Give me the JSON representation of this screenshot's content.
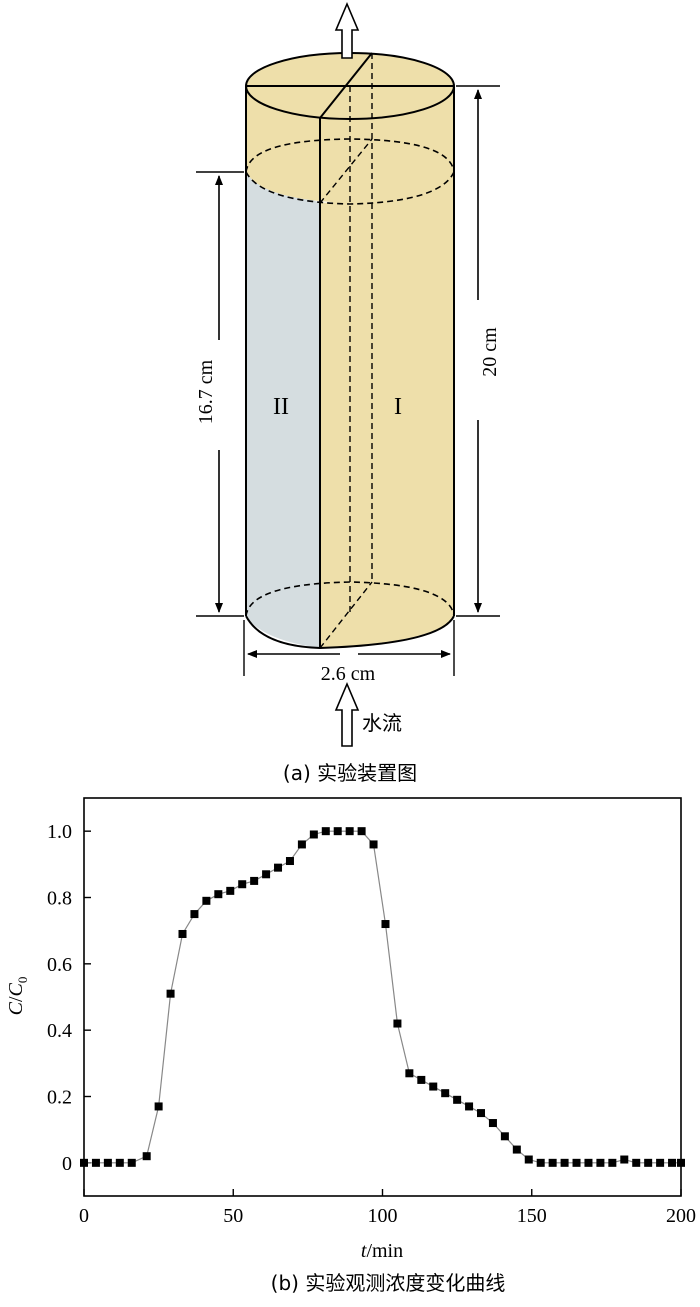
{
  "figure_a": {
    "caption": "(a) 实验装置图",
    "dim_height_total": "20 cm",
    "dim_height_inner": "16.7 cm",
    "dim_diameter": "2.6 cm",
    "zone_left": "II",
    "zone_right": "I",
    "flow_label": "水流",
    "colors": {
      "zone_I": "#EEDFAA",
      "zone_II": "#D5DDE0",
      "outline": "#000000"
    }
  },
  "figure_b": {
    "caption": "(b) 实验观测浓度变化曲线"
  },
  "chart_data": {
    "type": "line",
    "xlabel": "t/min",
    "ylabel": "C/C0",
    "xlim": [
      0,
      200
    ],
    "ylim": [
      -0.1,
      1.1
    ],
    "xticks": [
      0,
      50,
      100,
      150,
      200
    ],
    "yticks": [
      0,
      0.2,
      0.4,
      0.6,
      0.8,
      1.0
    ],
    "xtick_labels": [
      "0",
      "50",
      "100",
      "150",
      "200"
    ],
    "ytick_labels": [
      "0",
      "0.2",
      "0.4",
      "0.6",
      "0.8",
      "1.0"
    ],
    "grid": false,
    "marker": "square",
    "line_color": "#888888",
    "marker_color": "#000000",
    "series": [
      {
        "x": [
          0,
          4,
          8,
          12,
          16,
          21,
          25,
          29,
          33,
          37,
          41,
          45,
          49,
          53,
          57,
          61,
          65,
          69,
          73,
          77,
          81,
          85,
          89,
          93,
          97,
          101,
          105,
          109,
          113,
          117,
          121,
          125,
          129,
          133,
          137,
          141,
          145,
          149,
          153,
          157,
          161,
          165,
          169,
          173,
          177,
          181,
          185,
          189,
          193,
          197,
          200
        ],
        "y": [
          0.0,
          0.0,
          0.0,
          0.0,
          0.0,
          0.02,
          0.17,
          0.51,
          0.69,
          0.75,
          0.79,
          0.81,
          0.82,
          0.84,
          0.85,
          0.87,
          0.89,
          0.91,
          0.96,
          0.99,
          1.0,
          1.0,
          1.0,
          1.0,
          0.96,
          0.72,
          0.42,
          0.27,
          0.25,
          0.23,
          0.21,
          0.19,
          0.17,
          0.15,
          0.12,
          0.08,
          0.04,
          0.01,
          0.0,
          0.0,
          0.0,
          0.0,
          0.0,
          0.0,
          0.0,
          0.01,
          0.0,
          0.0,
          0.0,
          0.0,
          0.0
        ]
      }
    ]
  }
}
